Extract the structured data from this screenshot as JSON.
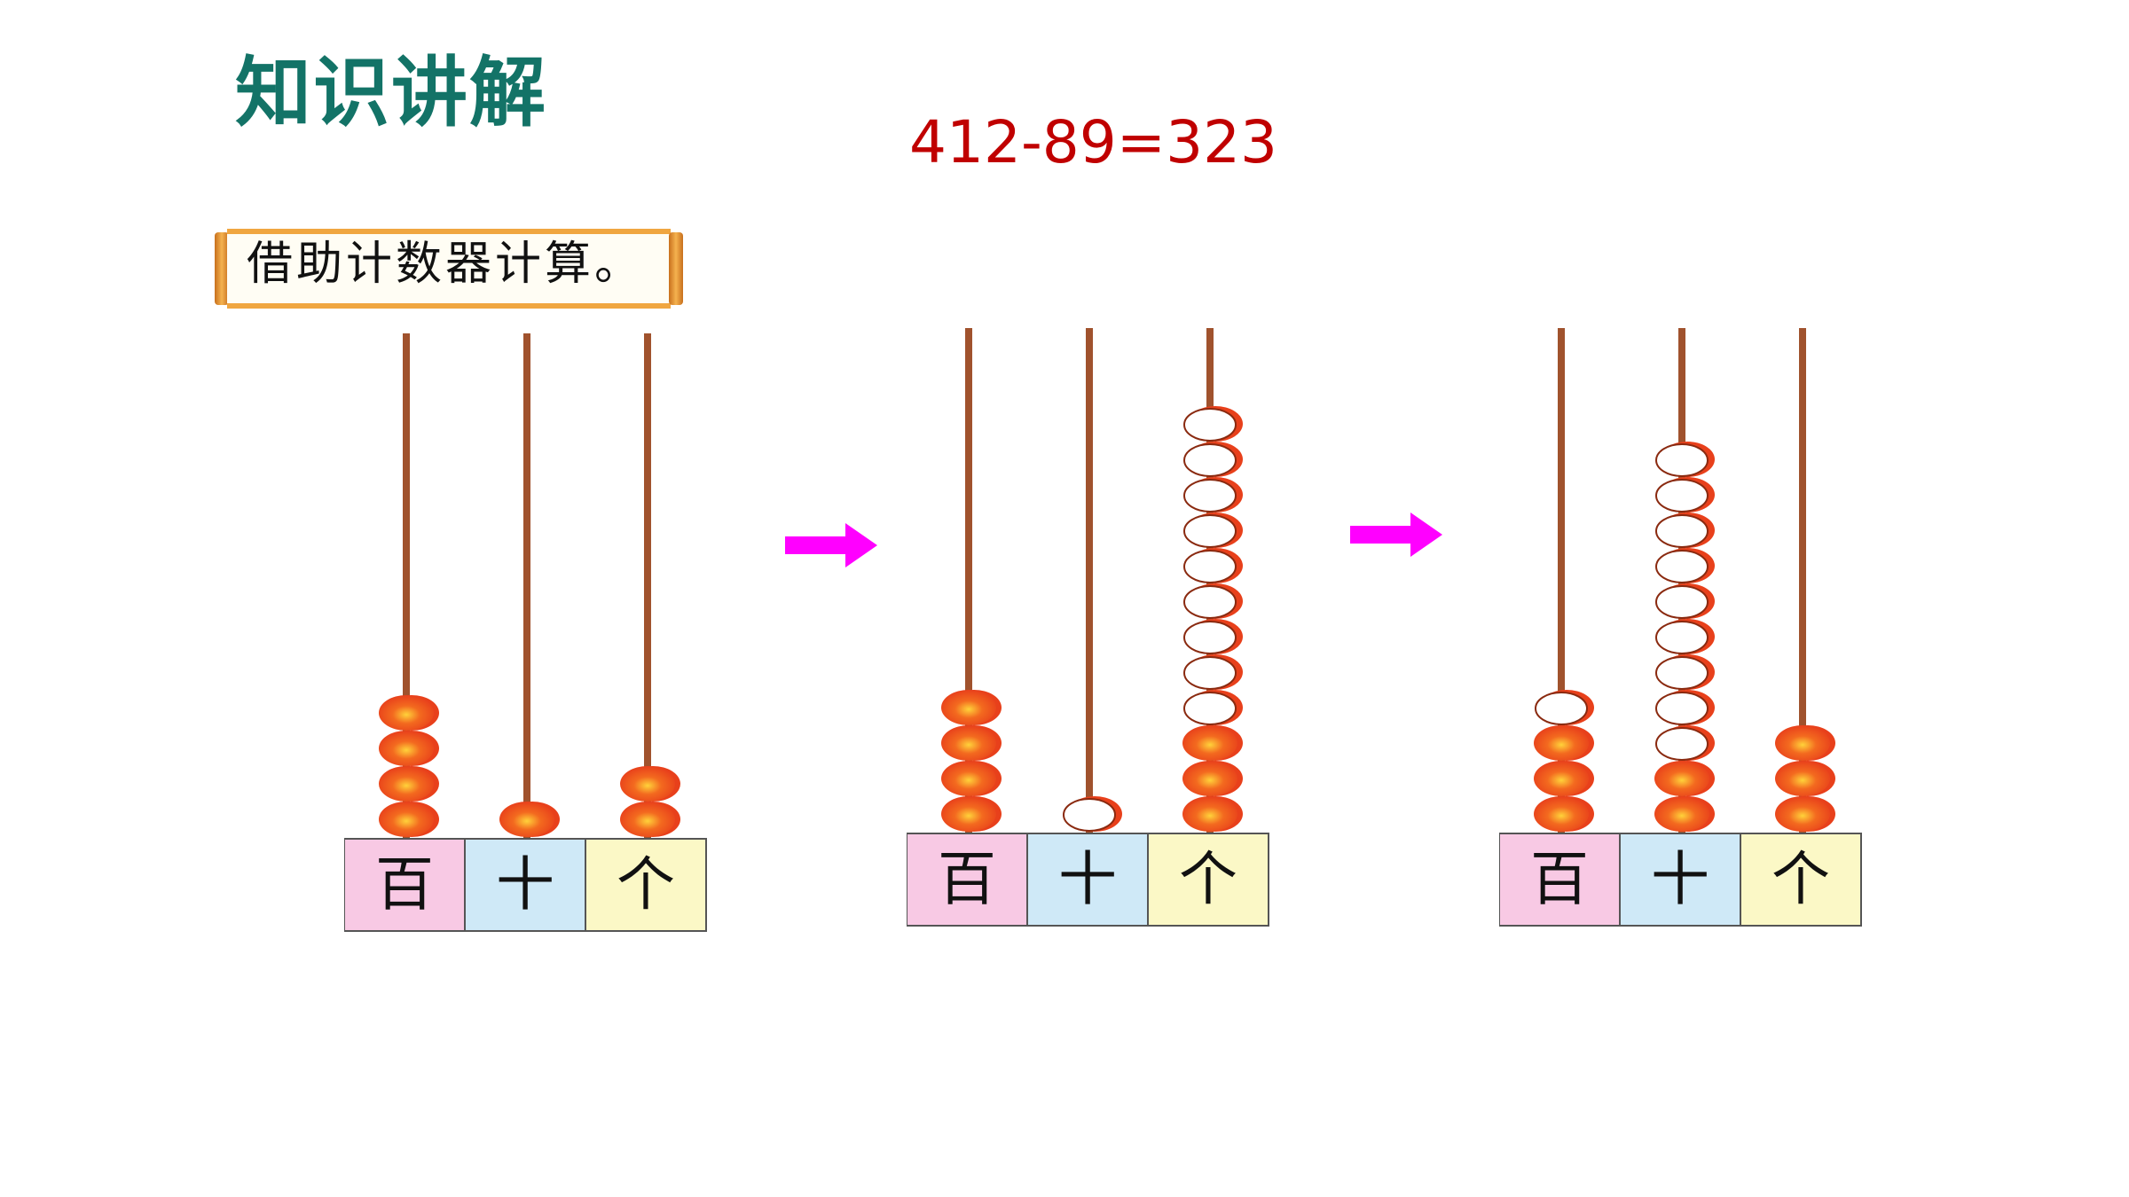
{
  "page": {
    "title": "知识讲解",
    "equation": "412-89=323",
    "instruction": "借助计数器计算。"
  },
  "place_labels": [
    "百",
    "十",
    "个"
  ],
  "colors": {
    "title": "#137367",
    "equation": "#c00000",
    "arrow": "#ff00ff",
    "hundreds_box": "#f8c9e4",
    "tens_box": "#cfe9f7",
    "ones_box": "#fbf8c6",
    "bead": "#e8401b",
    "rod": "#a0522d"
  },
  "counters": [
    {
      "name": "start",
      "beads": [
        {
          "solid": 4,
          "hollow": 0
        },
        {
          "solid": 1,
          "hollow": 0
        },
        {
          "solid": 2,
          "hollow": 0
        }
      ]
    },
    {
      "name": "regroup-tens",
      "beads": [
        {
          "solid": 4,
          "hollow": 0
        },
        {
          "solid": 0,
          "hollow": 1
        },
        {
          "solid": 3,
          "hollow": 9
        }
      ]
    },
    {
      "name": "result",
      "beads": [
        {
          "solid": 3,
          "hollow": 1
        },
        {
          "solid": 2,
          "hollow": 9
        },
        {
          "solid": 3,
          "hollow": 0
        }
      ]
    }
  ]
}
